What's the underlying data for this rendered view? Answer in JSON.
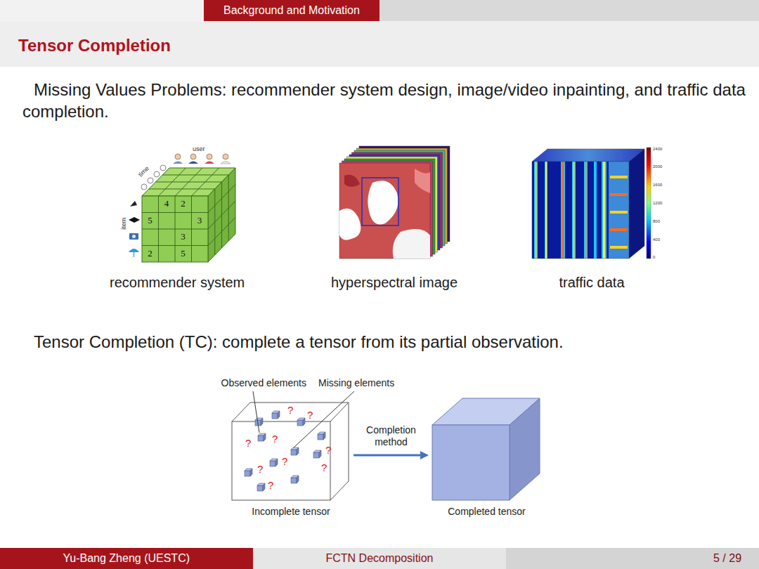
{
  "diagram": {
    "title": "Tensor Completion",
    "nodes": [
      {
        "text": [
          "Incomplete tensor"
        ]
      },
      {
        "text": [
          "Completed tensor"
        ]
      }
    ],
    "edges": [
      {
        "from": 0,
        "to": 1,
        "label": "Completion method",
        "arrow": "to"
      }
    ],
    "labels": [
      "Background and Motivation",
      "Missing Values Problems: recommender system design, image/video inpainting, and traffic data completion.",
      "user",
      "time",
      "item",
      "4",
      "2",
      "5",
      "3",
      "3",
      "2",
      "5",
      "2400",
      "2000",
      "1600",
      "1200",
      "800",
      "400",
      "0",
      "recommender system",
      "hyperspectral image",
      "traffic data",
      "Tensor Completion (TC): complete a tensor from its partial observation.",
      "Observed elements",
      "Missing elements",
      "?",
      "?",
      "?",
      "?",
      "?",
      "?",
      "?",
      "?",
      "?",
      "Yu-Bang Zheng (UESTC)",
      "FCTN Decomposition",
      "5 / 29"
    ]
  }
}
